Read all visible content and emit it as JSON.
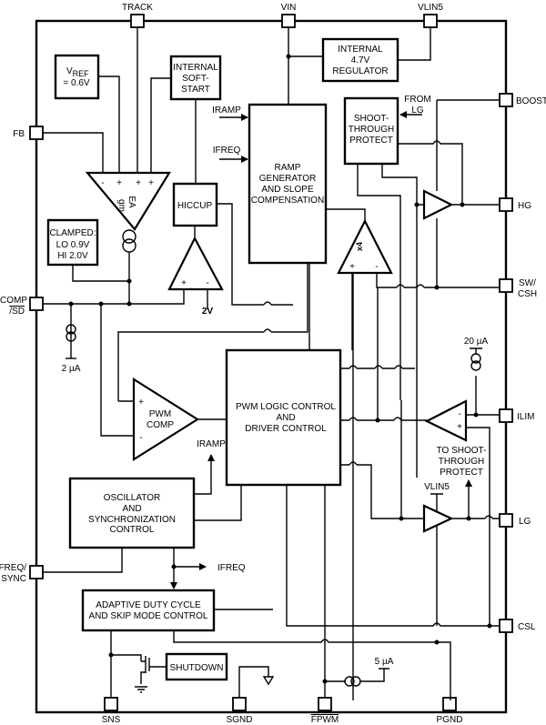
{
  "pins": {
    "track": "TRACK",
    "vin": "VIN",
    "vlin5": "VLIN5",
    "fb": "FB",
    "boost": "BOOST",
    "hg": "HG",
    "sw_line1": "SW/",
    "sw_line2": "CSH",
    "comp_line1": "COMP",
    "comp_line2": "/SD",
    "ilim": "ILIM",
    "lg": "LG",
    "freq_line1": "FREQ/",
    "freq_line2": "SYNC",
    "csl": "CSL",
    "sns": "SNS",
    "sgnd": "SGND",
    "fpwm": "FPWM",
    "pgnd": "PGND"
  },
  "blocks": {
    "vref": {
      "line1": "V",
      "sub": "REF",
      "line2": "= 0.6V"
    },
    "soft_start": [
      "INTERNAL",
      "SOFT-",
      "START"
    ],
    "regulator": [
      "INTERNAL",
      "4.7V",
      "REGULATOR"
    ],
    "shoot_through": [
      "SHOOT-",
      "THROUGH",
      "PROTECT"
    ],
    "ramp_generator": [
      "RAMP",
      "GENERATOR",
      "AND SLOPE",
      "COMPENSATION"
    ],
    "hiccup": "HICCUP",
    "clamped": [
      "CLAMPED:",
      "LO 0.9V",
      "HI 2.0V"
    ],
    "pwm_logic": [
      "PWM LOGIC CONTROL",
      "AND",
      "DRIVER CONTROL"
    ],
    "oscillator": [
      "OSCILLATOR",
      "AND",
      "SYNCHRONIZATION",
      "CONTROL"
    ],
    "adaptive": [
      "ADAPTIVE DUTY CYCLE",
      "AND SKIP MODE CONTROL"
    ],
    "shutdown": "SHUTDOWN"
  },
  "amplifiers": {
    "ea_line1": "EA",
    "ea_line2": "gm",
    "x4": "x4",
    "pwm_comp": [
      "PWM",
      "COMP"
    ],
    "hiccup_ref": "2V",
    "plus": "+",
    "minus": "-"
  },
  "signals": {
    "iramp": "IRAMP",
    "ifreq": "IFREQ",
    "from_lg": [
      "FROM",
      "LG"
    ],
    "to_shoot_through": [
      "TO SHOOT-",
      "THROUGH",
      "PROTECT"
    ],
    "current_2ua": "2 µA",
    "current_20ua": "20 µA",
    "current_5ua": "5 µA",
    "vlin5_supply": "VLIN5"
  }
}
